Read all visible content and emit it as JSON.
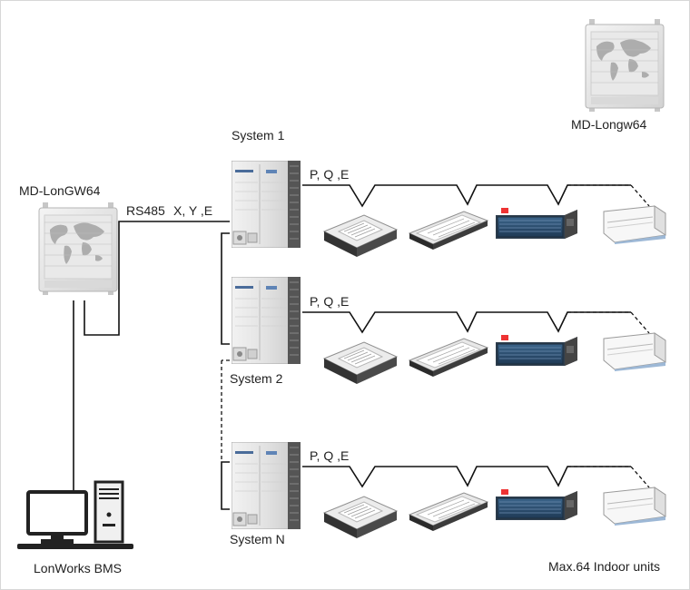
{
  "labels": {
    "gateway_main": "MD-LonGW64",
    "gateway_corner": "MD-Longw64",
    "bus_rs485": "RS485",
    "bus_xye": "X, Y ,E",
    "bms": "LonWorks BMS",
    "max_units": "Max.64 Indoor units"
  },
  "systems": [
    {
      "name": "System 1",
      "bus_label": "P, Q ,E"
    },
    {
      "name": "System 2",
      "bus_label": "P, Q ,E"
    },
    {
      "name": "System N",
      "bus_label": "P, Q ,E"
    }
  ],
  "icons": {
    "gateway": "gateway-device-icon",
    "outdoor": "outdoor-vrf-unit-icon",
    "cassette": "cassette-indoor-unit-icon",
    "ceiling": "ceiling-concealed-unit-icon",
    "duct": "duct-indoor-unit-icon",
    "wall": "floor-ceiling-unit-icon",
    "computer": "computer-icon"
  },
  "colors": {
    "line": "#111111",
    "device_body": "#e4e4e4",
    "duct_blue": "#2c4f70"
  }
}
